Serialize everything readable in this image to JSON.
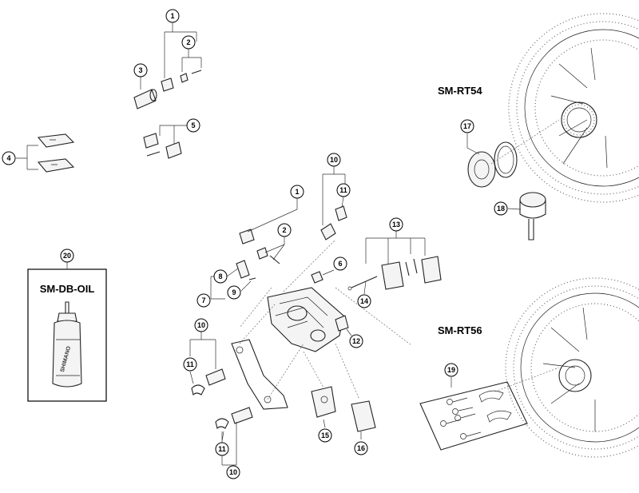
{
  "models": {
    "rotor_top": "SM-RT54",
    "rotor_bottom": "SM-RT56",
    "oil": "SM-DB-OIL"
  },
  "callouts": {
    "c1a": "1",
    "c2a": "2",
    "c3": "3",
    "c4": "4",
    "c5": "5",
    "c1b": "1",
    "c2b": "2",
    "c10a": "10",
    "c11a": "11",
    "c6": "6",
    "c7": "7",
    "c8": "8",
    "c9": "9",
    "c10b": "10",
    "c11b": "11",
    "c11c": "11",
    "c10c": "10",
    "c12": "12",
    "c13": "13",
    "c14": "14",
    "c15": "15",
    "c16": "16",
    "c17": "17",
    "c18": "18",
    "c19": "19",
    "c20": "20"
  },
  "oil_bottle_lettering": "SHIMANO"
}
